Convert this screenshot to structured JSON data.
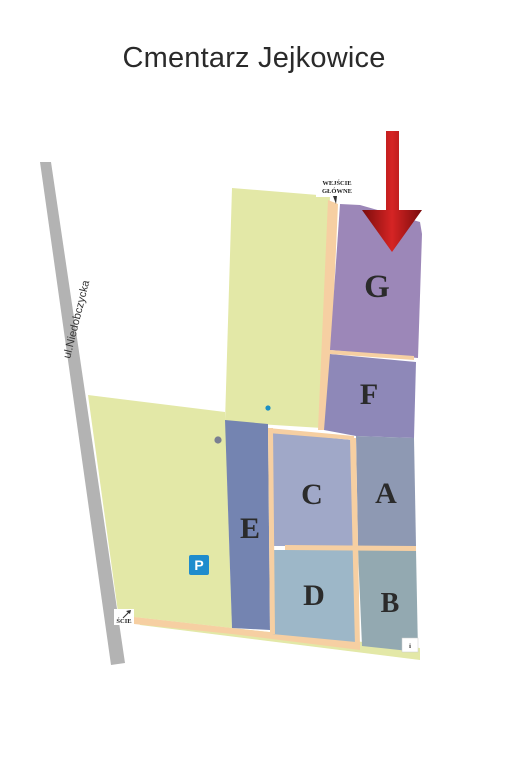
{
  "title": "Cmentarz Jejkowice",
  "street": "ul.Niedobczycka",
  "entrance_main": {
    "line1": "WEJŚCIE",
    "line2": "GŁÓWNE"
  },
  "entrance_side": "ŚCIE",
  "parking": "P",
  "small_sign": "i",
  "sections": [
    {
      "id": "G",
      "label": "G"
    },
    {
      "id": "F",
      "label": "F"
    },
    {
      "id": "C",
      "label": "C"
    },
    {
      "id": "A",
      "label": "A"
    },
    {
      "id": "E",
      "label": "E"
    },
    {
      "id": "D",
      "label": "D"
    },
    {
      "id": "B",
      "label": "B"
    }
  ],
  "colors": {
    "green_area": "#e3e8a7",
    "path": "#f6cfa2",
    "section_G": "#9c87b8",
    "section_F": "#8e88b8",
    "section_C": "#a0a8c8",
    "section_A": "#8e99b3",
    "section_E": "#7484b1",
    "section_D": "#9db7c8",
    "section_B": "#93a9b1",
    "street": "#b3b3b3",
    "arrow": "#b51a1a",
    "parking": "#1f8ccd"
  }
}
